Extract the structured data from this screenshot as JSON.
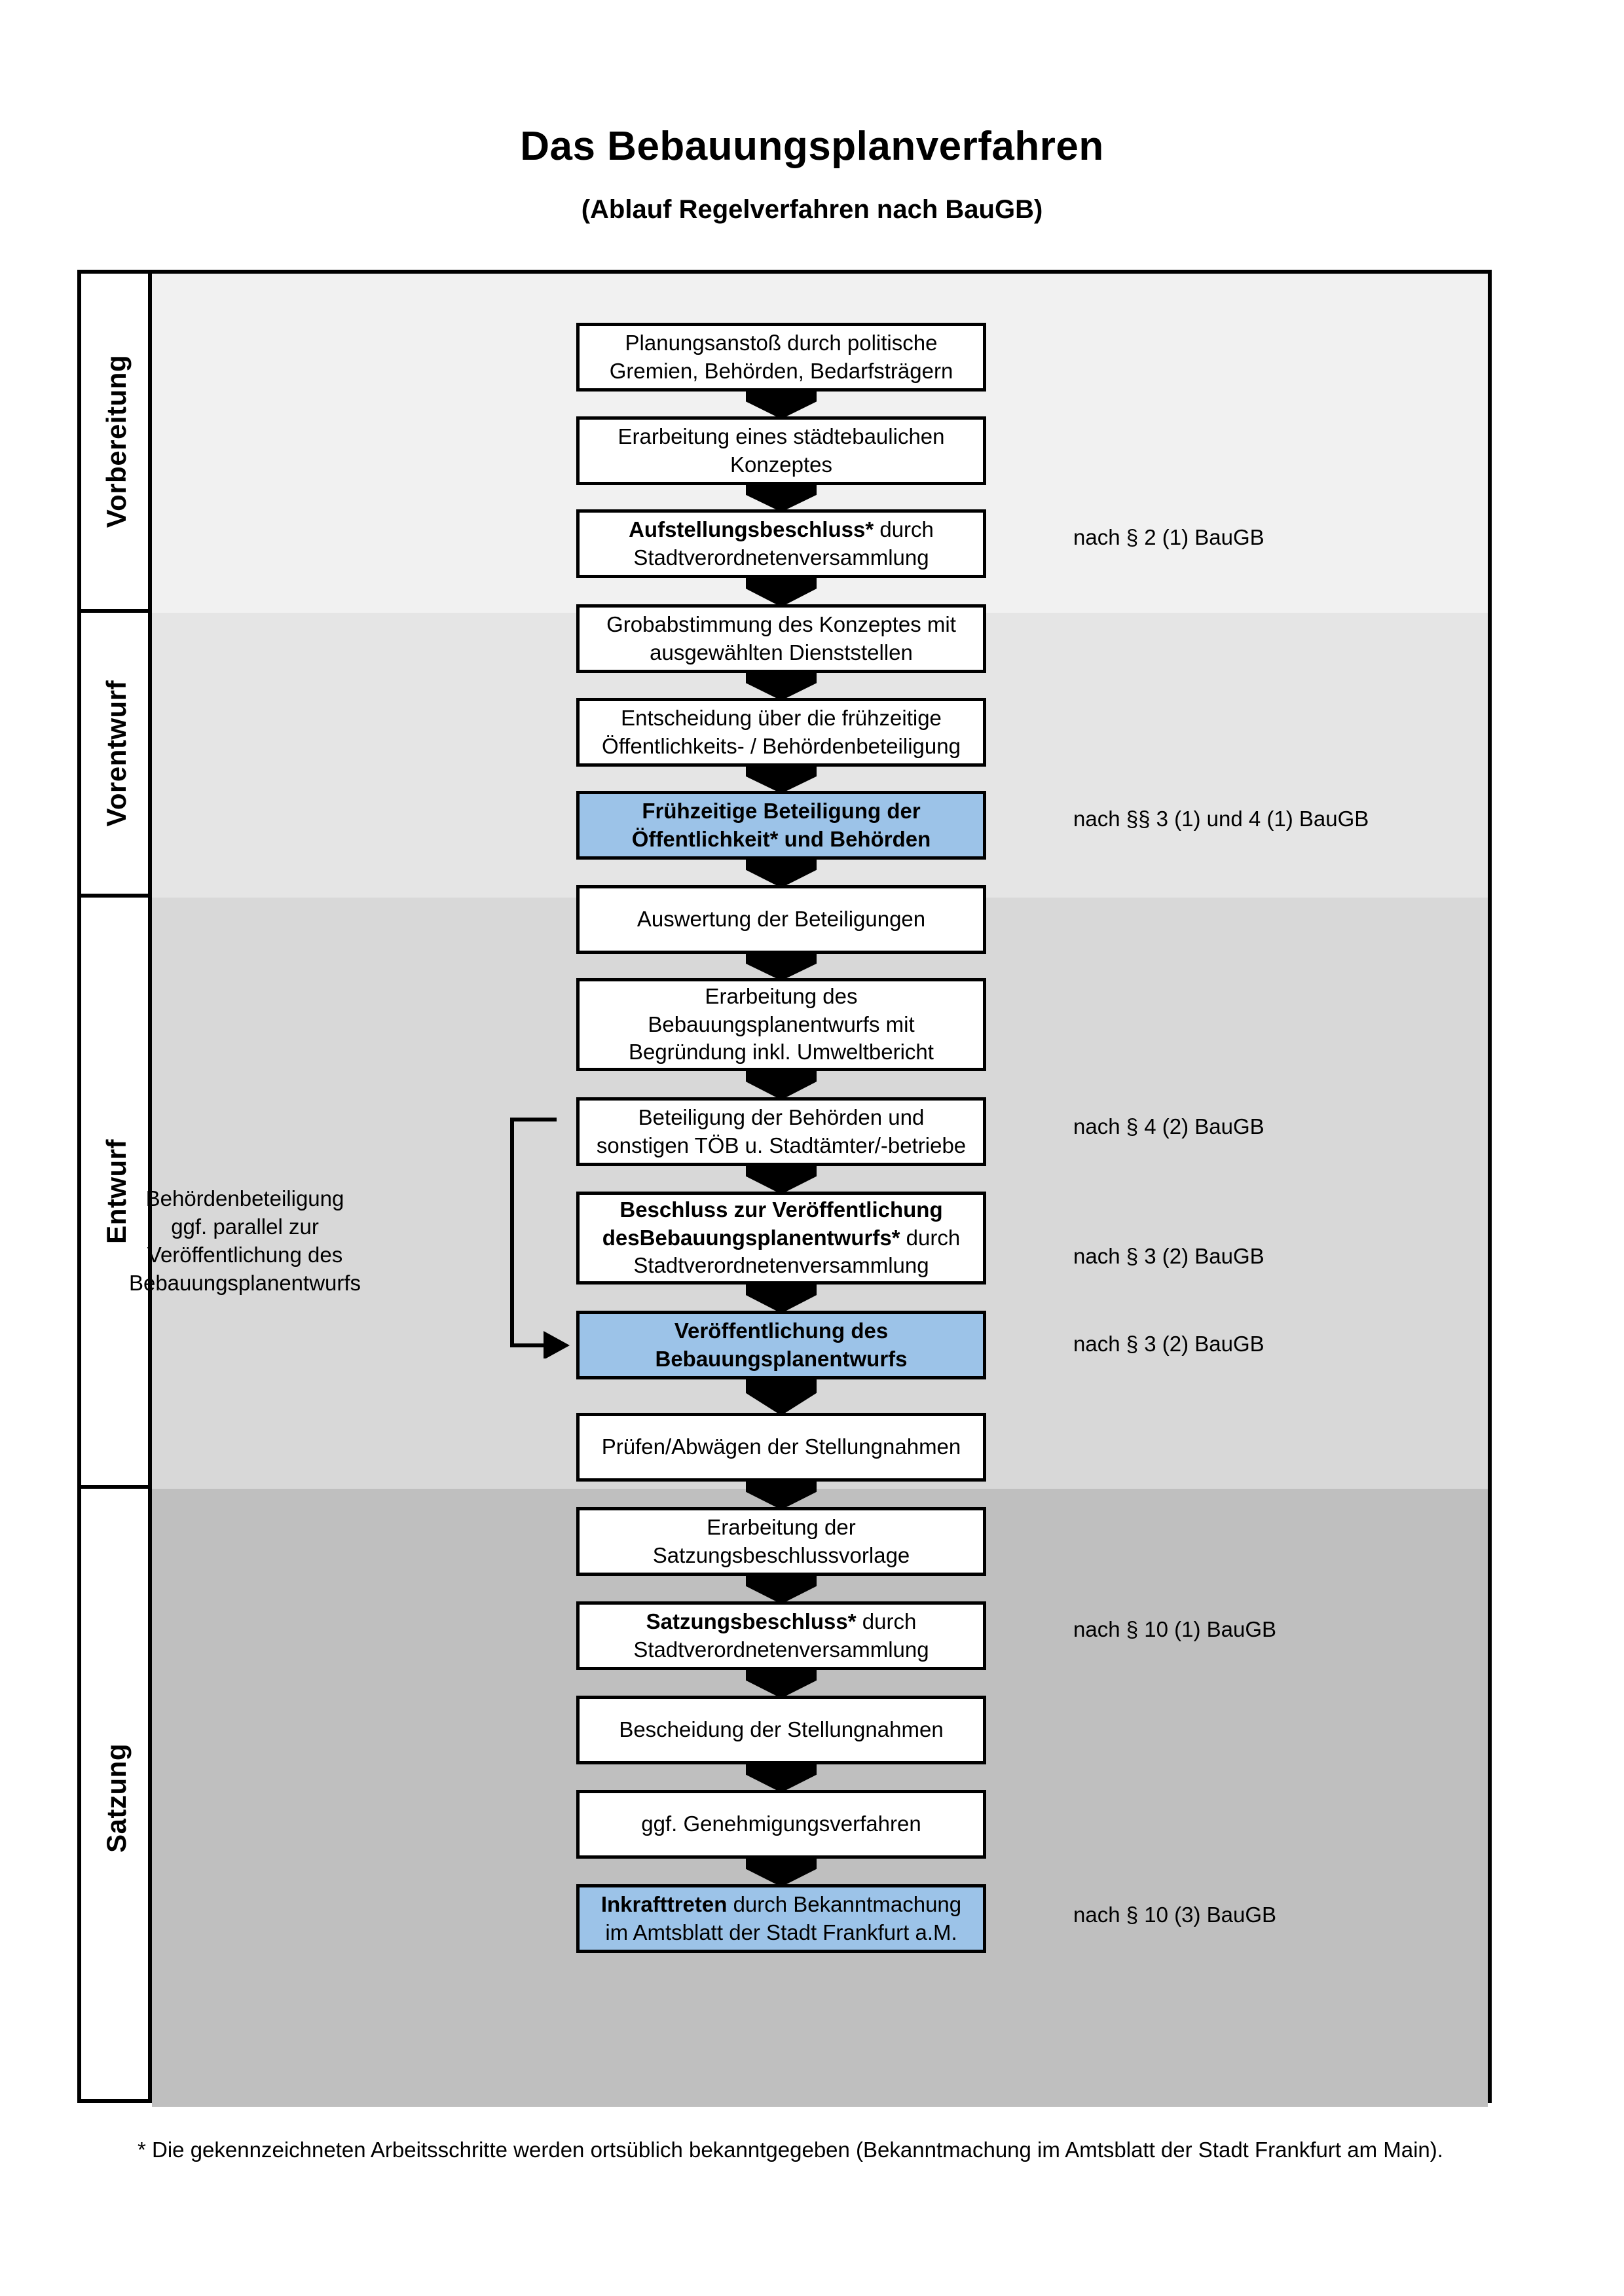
{
  "header": {
    "title": "Das Bebauungsplanverfahren",
    "subtitle": "(Ablauf Regelverfahren nach BauGB)"
  },
  "colors": {
    "highlight_box": "#9CC3E8",
    "band_vorbereitung": "#F1F1F1",
    "band_vorentwurf": "#E5E5E5",
    "band_entwurf": "#D8D8D8",
    "band_satzung": "#BFBFBF",
    "stroke": "#000000"
  },
  "phases": [
    {
      "id": "vorbereitung",
      "label": "Vorbereitung"
    },
    {
      "id": "vorentwurf",
      "label": "Vorentwurf"
    },
    {
      "id": "entwurf",
      "label": "Entwurf"
    },
    {
      "id": "satzung",
      "label": "Satzung"
    }
  ],
  "steps": [
    {
      "id": "s1",
      "phase": "vorbereitung",
      "highlight": false,
      "lines": [
        {
          "text": "Planungsanstoß durch politische",
          "bold": false
        },
        {
          "text": "Gremien, Behörden, Bedarfsträgern",
          "bold": false
        }
      ]
    },
    {
      "id": "s2",
      "phase": "vorbereitung",
      "highlight": false,
      "lines": [
        {
          "text": "Erarbeitung eines städtebaulichen",
          "bold": false
        },
        {
          "text": "Konzeptes",
          "bold": false
        }
      ]
    },
    {
      "id": "s3",
      "phase": "vorbereitung",
      "highlight": false,
      "lines": [
        {
          "text": "Aufstellungsbeschluss*",
          "bold": true
        },
        {
          "text": " durch",
          "bold": false
        },
        {
          "text": "\n",
          "bold": false
        },
        {
          "text": "Stadtverordnetenversammlung",
          "bold": false
        }
      ]
    },
    {
      "id": "s4",
      "phase": "vorentwurf",
      "highlight": false,
      "lines": [
        {
          "text": "Grobabstimmung des Konzeptes mit",
          "bold": false
        },
        {
          "text": "ausgewählten Dienststellen",
          "bold": false
        }
      ]
    },
    {
      "id": "s5",
      "phase": "vorentwurf",
      "highlight": false,
      "lines": [
        {
          "text": "Entscheidung über die frühzeitige",
          "bold": false
        },
        {
          "text": "Öffentlichkeits- / Behördenbeteiligung",
          "bold": false
        }
      ]
    },
    {
      "id": "s6",
      "phase": "vorentwurf",
      "highlight": true,
      "lines": [
        {
          "text": "Frühzeitige Beteiligung der",
          "bold": true
        },
        {
          "text": "Öffentlichkeit* und Behörden",
          "bold": true
        }
      ]
    },
    {
      "id": "s7",
      "phase": "entwurf",
      "highlight": false,
      "lines": [
        {
          "text": "Auswertung der Beteiligungen",
          "bold": false
        }
      ]
    },
    {
      "id": "s8",
      "phase": "entwurf",
      "highlight": false,
      "lines": [
        {
          "text": "Erarbeitung des",
          "bold": false
        },
        {
          "text": "Bebauungsplanentwurfs mit",
          "bold": false
        },
        {
          "text": "Begründung inkl. Umweltbericht",
          "bold": false
        }
      ]
    },
    {
      "id": "s9",
      "phase": "entwurf",
      "highlight": false,
      "lines": [
        {
          "text": "Beteiligung der Behörden und",
          "bold": false
        },
        {
          "text": "sonstigen TÖB u. Stadtämter/-betriebe",
          "bold": false
        }
      ]
    },
    {
      "id": "s10",
      "phase": "entwurf",
      "highlight": false,
      "lines": [
        {
          "text": "Beschluss zur Veröffentlichung des",
          "bold": true
        },
        {
          "text": "Bebauungsplanentwurfs*",
          "bold": true
        },
        {
          "text": " durch",
          "bold": false
        },
        {
          "text": "\n",
          "bold": false
        },
        {
          "text": "Stadtverordnetenversammlung",
          "bold": false
        }
      ]
    },
    {
      "id": "s11",
      "phase": "entwurf",
      "highlight": true,
      "lines": [
        {
          "text": "Veröffentlichung des",
          "bold": true
        },
        {
          "text": "Bebauungsplanentwurfs",
          "bold": true
        }
      ]
    },
    {
      "id": "s12",
      "phase": "satzung",
      "highlight": false,
      "lines": [
        {
          "text": "Prüfen/Abwägen der Stellungnahmen",
          "bold": false
        }
      ]
    },
    {
      "id": "s13",
      "phase": "satzung",
      "highlight": false,
      "lines": [
        {
          "text": "Erarbeitung der",
          "bold": false
        },
        {
          "text": "Satzungsbeschlussvorlage",
          "bold": false
        }
      ]
    },
    {
      "id": "s14",
      "phase": "satzung",
      "highlight": false,
      "lines": [
        {
          "text": "Satzungsbeschluss*",
          "bold": true
        },
        {
          "text": " durch",
          "bold": false
        },
        {
          "text": "\n",
          "bold": false
        },
        {
          "text": "Stadtverordnetenversammlung",
          "bold": false
        }
      ]
    },
    {
      "id": "s15",
      "phase": "satzung",
      "highlight": false,
      "lines": [
        {
          "text": "Bescheidung der Stellungnahmen",
          "bold": false
        }
      ]
    },
    {
      "id": "s16",
      "phase": "satzung",
      "highlight": false,
      "lines": [
        {
          "text": "ggf. Genehmigungsverfahren",
          "bold": false
        }
      ]
    },
    {
      "id": "s17",
      "phase": "satzung",
      "highlight": true,
      "lines": [
        {
          "text": "Inkrafttreten",
          "bold": true
        },
        {
          "text": " durch Bekanntmachung",
          "bold": false
        },
        {
          "text": "\n",
          "bold": false
        },
        {
          "text": "im Amtsblatt der Stadt Frankfurt a.M.",
          "bold": false
        }
      ]
    }
  ],
  "side_note": {
    "lines": [
      "Behördenbeteiligung",
      "ggf. parallel zur",
      "Veröffentlichung des",
      "Bebauungsplanentwurfs"
    ]
  },
  "legal_refs": [
    {
      "id": "r1",
      "text": "nach § 2 (1) BauGB",
      "for_step": "s3"
    },
    {
      "id": "r2",
      "text": "nach §§ 3 (1) und 4 (1) BauGB",
      "for_step": "s6"
    },
    {
      "id": "r3",
      "text": "nach § 4 (2) BauGB",
      "for_step": "s9"
    },
    {
      "id": "r4",
      "text": "nach § 3 (2) BauGB",
      "for_step": "s10"
    },
    {
      "id": "r5",
      "text": "nach § 3 (2) BauGB",
      "for_step": "s11"
    },
    {
      "id": "r6",
      "text": "nach § 10 (1) BauGB",
      "for_step": "s14"
    },
    {
      "id": "r7",
      "text": "nach § 10 (3) BauGB",
      "for_step": "s17"
    }
  ],
  "footnote": {
    "text": "* Die gekennzeichneten Arbeitsschritte werden ortsüblich bekanntgegeben (Bekanntmachung im Amtsblatt  der Stadt Frankfurt am Main)."
  }
}
